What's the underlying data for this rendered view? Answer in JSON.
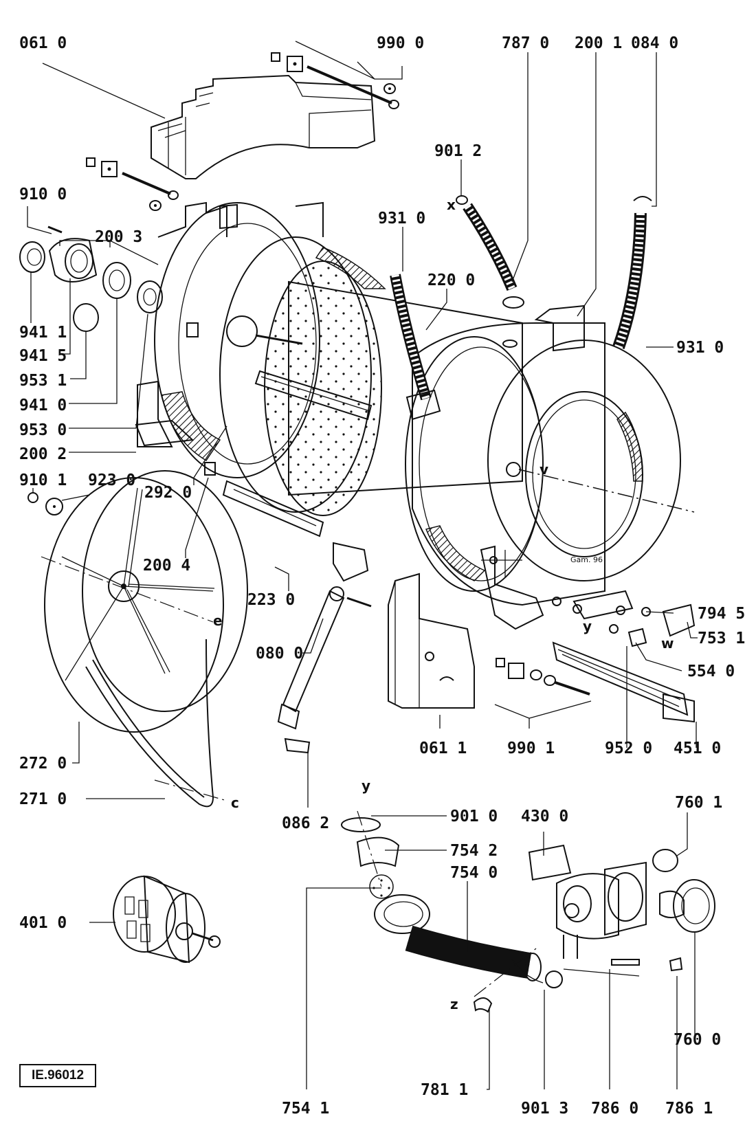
{
  "diagram_code": "IE.96012",
  "sign_text": "Gam. 96",
  "labels": [
    {
      "id": "l1",
      "text": "061  0"
    },
    {
      "id": "l2",
      "text": "990  0"
    },
    {
      "id": "l3",
      "text": "787  0"
    },
    {
      "id": "l4",
      "text": "200  1"
    },
    {
      "id": "l5",
      "text": "084  0"
    },
    {
      "id": "l6",
      "text": "901  2"
    },
    {
      "id": "l7",
      "text": "910  0"
    },
    {
      "id": "l8",
      "text": "931  0"
    },
    {
      "id": "l9",
      "text": "220  0"
    },
    {
      "id": "l10",
      "text": "200  3"
    },
    {
      "id": "l11",
      "text": "931  0"
    },
    {
      "id": "l12",
      "text": "941  1"
    },
    {
      "id": "l13",
      "text": "941  5"
    },
    {
      "id": "l14",
      "text": "953  1"
    },
    {
      "id": "l15",
      "text": "941  0"
    },
    {
      "id": "l16",
      "text": "953  0"
    },
    {
      "id": "l17",
      "text": "200  2"
    },
    {
      "id": "l18",
      "text": "910  1"
    },
    {
      "id": "l19",
      "text": "923  0"
    },
    {
      "id": "l20",
      "text": "292  0"
    },
    {
      "id": "l21",
      "text": "200  4"
    },
    {
      "id": "l22",
      "text": "223  0"
    },
    {
      "id": "l23",
      "text": "794  5"
    },
    {
      "id": "l24",
      "text": "753  1"
    },
    {
      "id": "l25",
      "text": "080  0"
    },
    {
      "id": "l26",
      "text": "554  0"
    },
    {
      "id": "l27",
      "text": "272  0"
    },
    {
      "id": "l28",
      "text": "061  1"
    },
    {
      "id": "l29",
      "text": "990  1"
    },
    {
      "id": "l30",
      "text": "952  0"
    },
    {
      "id": "l31",
      "text": "451  0"
    },
    {
      "id": "l32",
      "text": "271  0"
    },
    {
      "id": "l33",
      "text": "086  2"
    },
    {
      "id": "l34",
      "text": "901  0"
    },
    {
      "id": "l35",
      "text": "430  0"
    },
    {
      "id": "l36",
      "text": "760  1"
    },
    {
      "id": "l37",
      "text": "754  2"
    },
    {
      "id": "l38",
      "text": "754  0"
    },
    {
      "id": "l39",
      "text": "401  0"
    },
    {
      "id": "l40",
      "text": "760  0"
    },
    {
      "id": "l41",
      "text": "754  1"
    },
    {
      "id": "l42",
      "text": "781  1"
    },
    {
      "id": "l43",
      "text": "901  3"
    },
    {
      "id": "l44",
      "text": "786  0"
    },
    {
      "id": "l45",
      "text": "786  1"
    }
  ],
  "markers": [
    {
      "id": "mx",
      "text": "x"
    },
    {
      "id": "mv",
      "text": "v"
    },
    {
      "id": "me",
      "text": "e"
    },
    {
      "id": "my1",
      "text": "y"
    },
    {
      "id": "mw",
      "text": "w"
    },
    {
      "id": "my2",
      "text": "y"
    },
    {
      "id": "mc",
      "text": "c"
    },
    {
      "id": "mz",
      "text": "z"
    }
  ]
}
